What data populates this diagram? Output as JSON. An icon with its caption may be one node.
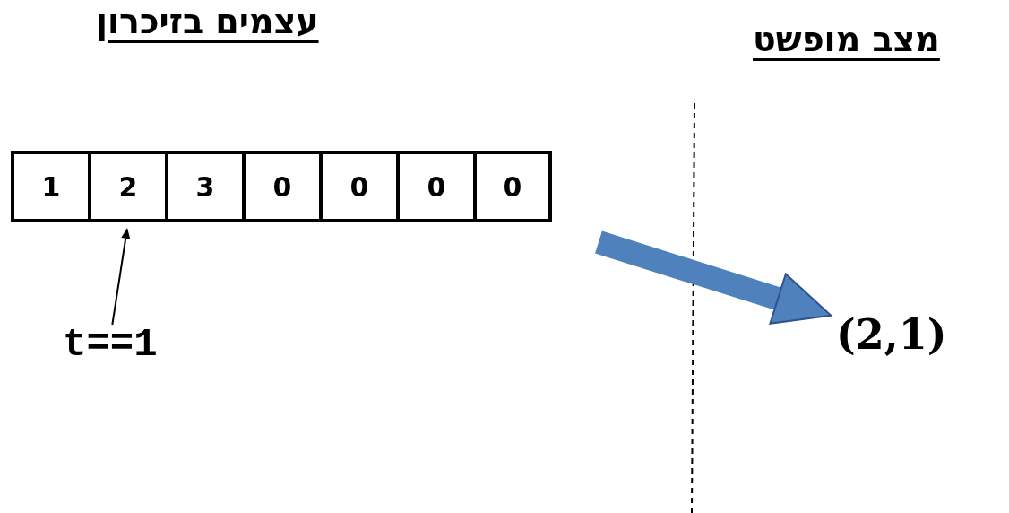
{
  "diagram": {
    "nodes": [
      {
        "text": [
          "1"
        ]
      },
      {
        "text": [
          "2"
        ]
      },
      {
        "text": [
          "3"
        ]
      },
      {
        "text": [
          "0"
        ]
      },
      {
        "text": [
          "0"
        ]
      },
      {
        "text": [
          "0"
        ]
      },
      {
        "text": [
          "0"
        ]
      },
      {
        "text": [
          "t==1"
        ]
      },
      {
        "text": [
          "(2,1)"
        ]
      }
    ],
    "edges": [
      {
        "from": 7,
        "to": 1,
        "arrow": "to"
      },
      {
        "from": null,
        "to": 8,
        "arrow": "to",
        "style": "thick",
        "color": "#4f81bd"
      }
    ],
    "labels": [
      "עצמים בזיכרון",
      "מצב מופשט"
    ]
  }
}
